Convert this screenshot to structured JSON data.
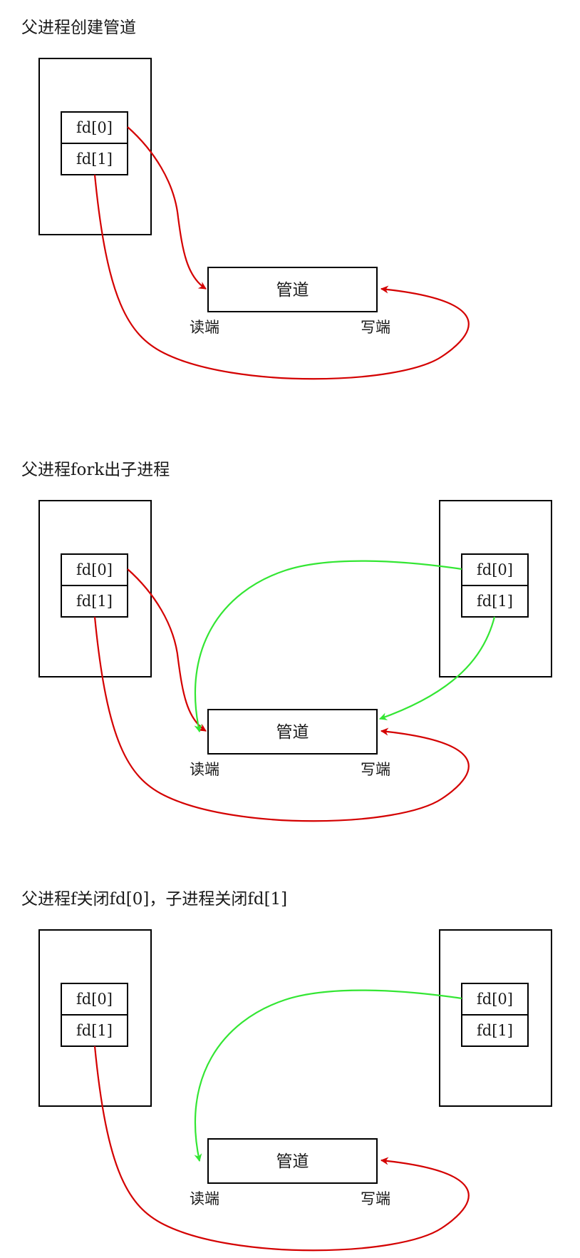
{
  "colors": {
    "parent": "#d40000",
    "child": "#33e633",
    "outline": "#000000"
  },
  "labels": {
    "fd0": "fd[0]",
    "fd1": "fd[1]",
    "pipe": "管道",
    "read_end": "读端",
    "write_end": "写端"
  },
  "panels": [
    {
      "title": "父进程创建管道",
      "has_child": false,
      "parent_fd0_to_read": true,
      "parent_fd1_to_write": true,
      "child_fd0_to_read": false,
      "child_fd1_to_write": false
    },
    {
      "title": "父进程fork出子进程",
      "has_child": true,
      "parent_fd0_to_read": true,
      "parent_fd1_to_write": true,
      "child_fd0_to_read": true,
      "child_fd1_to_write": true
    },
    {
      "title": "父进程f关闭fd[0]，子进程关闭fd[1]",
      "has_child": true,
      "parent_fd0_to_read": false,
      "parent_fd1_to_write": true,
      "child_fd0_to_read": true,
      "child_fd1_to_write": false
    }
  ]
}
